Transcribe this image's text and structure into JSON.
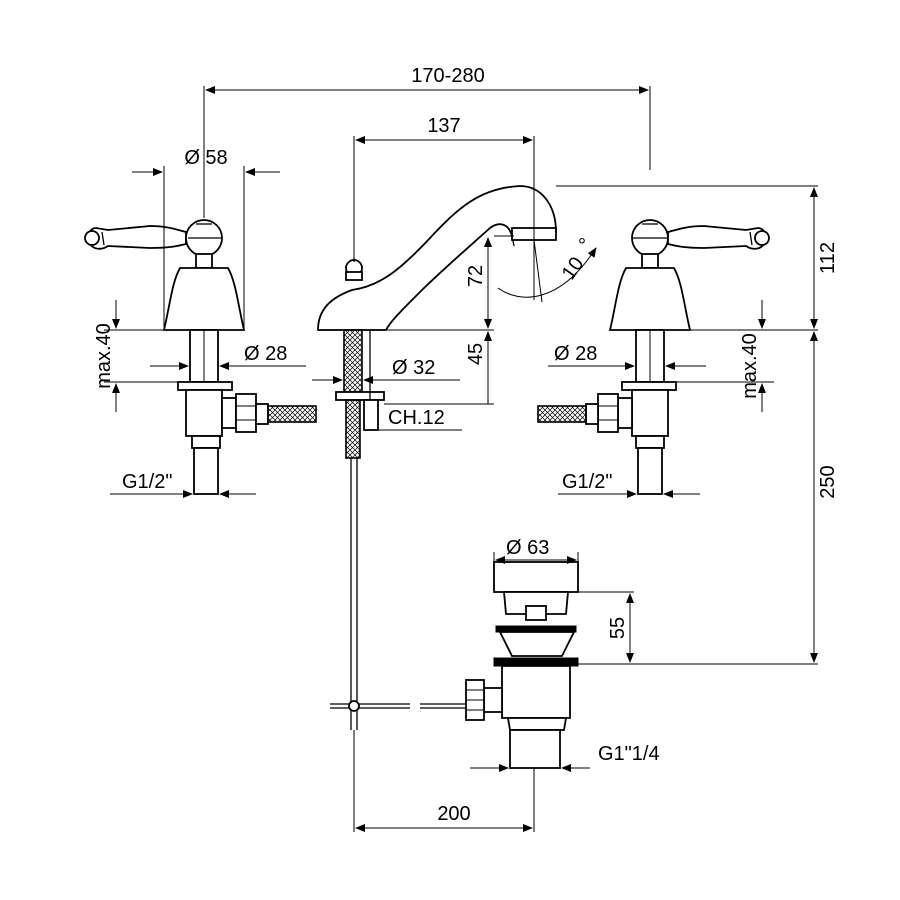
{
  "dimensions": {
    "spread": "170-280",
    "spout_reach": "137",
    "handle_diameter": "Ø 58",
    "spout_height": "72",
    "angle": "10",
    "total_height": "112",
    "left_deck_thickness": "max.40",
    "right_deck_thickness": "max.40",
    "left_shank_diameter": "Ø 28",
    "right_shank_diameter": "Ø 28",
    "spout_shank_diameter": "Ø 32",
    "spout_shank_length": "45",
    "wrench_size": "CH.12",
    "left_thread": "G1/2\"",
    "right_thread": "G1/2\"",
    "overall_height": "250",
    "drain_diameter": "Ø 63",
    "drain_height": "55",
    "drain_thread": "G1\"1/4",
    "drain_offset": "200"
  }
}
